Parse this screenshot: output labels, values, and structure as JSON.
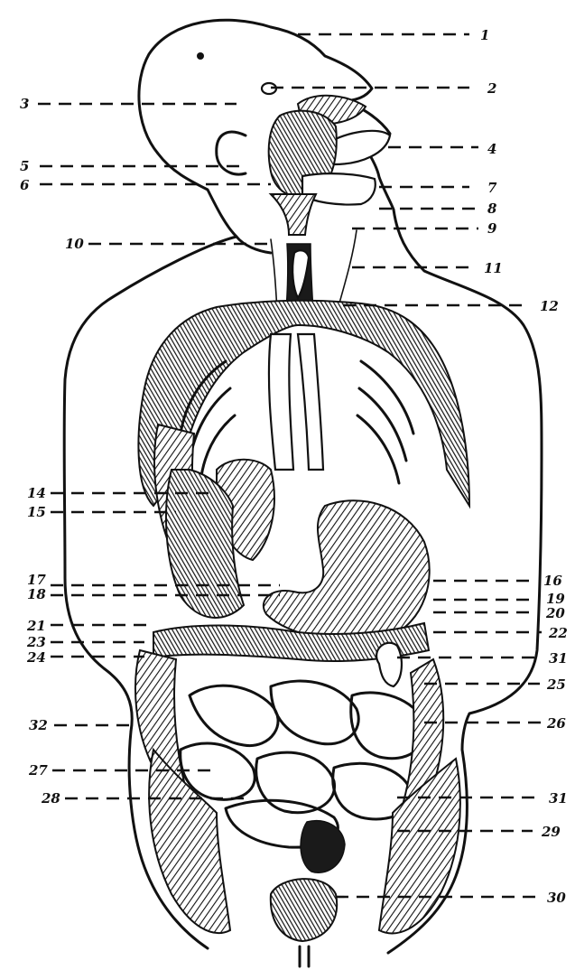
{
  "diagram": {
    "subject": "anatomical illustration of the human torso and head showing internal organs",
    "labels": [
      {
        "id": "1",
        "text": "1",
        "side": "right"
      },
      {
        "id": "2",
        "text": "2",
        "side": "right"
      },
      {
        "id": "3",
        "text": "3",
        "side": "left"
      },
      {
        "id": "4",
        "text": "4",
        "side": "right"
      },
      {
        "id": "5",
        "text": "5",
        "side": "left"
      },
      {
        "id": "6",
        "text": "6",
        "side": "left"
      },
      {
        "id": "7",
        "text": "7",
        "side": "right"
      },
      {
        "id": "8",
        "text": "8",
        "side": "right"
      },
      {
        "id": "9",
        "text": "9",
        "side": "right"
      },
      {
        "id": "10",
        "text": "10",
        "side": "left"
      },
      {
        "id": "11",
        "text": "11",
        "side": "right"
      },
      {
        "id": "12",
        "text": "12",
        "side": "right"
      },
      {
        "id": "14",
        "text": "14",
        "side": "left"
      },
      {
        "id": "15",
        "text": "15",
        "side": "left"
      },
      {
        "id": "17",
        "text": "17",
        "side": "left"
      },
      {
        "id": "18",
        "text": "18",
        "side": "left"
      },
      {
        "id": "16",
        "text": "16",
        "side": "right"
      },
      {
        "id": "19",
        "text": "19",
        "side": "right"
      },
      {
        "id": "20",
        "text": "20",
        "side": "right"
      },
      {
        "id": "21",
        "text": "21",
        "side": "left"
      },
      {
        "id": "23",
        "text": "23",
        "side": "left"
      },
      {
        "id": "24",
        "text": "24",
        "side": "left"
      },
      {
        "id": "22",
        "text": "22",
        "side": "right"
      },
      {
        "id": "31a",
        "text": "31",
        "side": "right"
      },
      {
        "id": "25",
        "text": "25",
        "side": "right"
      },
      {
        "id": "32",
        "text": "32",
        "side": "left"
      },
      {
        "id": "26",
        "text": "26",
        "side": "right"
      },
      {
        "id": "27",
        "text": "27",
        "side": "left"
      },
      {
        "id": "28",
        "text": "28",
        "side": "left"
      },
      {
        "id": "31b",
        "text": "31",
        "side": "right"
      },
      {
        "id": "29",
        "text": "29",
        "side": "right"
      },
      {
        "id": "30",
        "text": "30",
        "side": "right"
      }
    ]
  },
  "colors": {
    "ink": "#111111",
    "paper": "#ffffff"
  }
}
